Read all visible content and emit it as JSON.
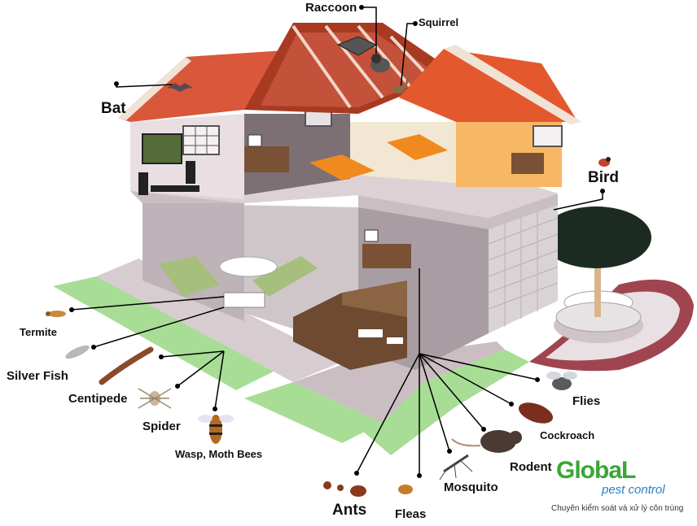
{
  "labels": {
    "raccoon": "Raccoon",
    "squirrel": "Squirrel",
    "bat": "Bat",
    "bird": "Bird",
    "termite": "Termite",
    "silver_fish": "Silver Fish",
    "centipede": "Centipede",
    "spider": "Spider",
    "wasp": "Wasp, Moth Bees",
    "ants": "Ants",
    "fleas": "Fleas",
    "mosquito": "Mosquito",
    "rodent": "Rodent",
    "cockroach": "Cockroach",
    "flies": "Flies"
  },
  "logo": {
    "word": "GlobaL",
    "sub": "pest control",
    "tagline": "Chuyên kiểm soát và xử lý côn trùng"
  },
  "colors": {
    "roof": "#d9573a",
    "roof_dark": "#a83a22",
    "wall_left": "#e9dfe3",
    "wall_right": "#f7b764",
    "floor": "#d8ccd0",
    "lawn": "#a8dd96",
    "path": "#c9bcc1",
    "brick": "#a0454f",
    "tree": "#1c2b22",
    "bed": "#f08a1e",
    "desk": "#7a5135",
    "logo_green": "#3aa635",
    "logo_blue": "#2d7fc1"
  },
  "icons": [
    "raccoon-icon",
    "squirrel-icon",
    "bat-icon",
    "bird-icon",
    "termite-icon",
    "silverfish-icon",
    "centipede-icon",
    "spider-icon",
    "wasp-icon",
    "ant-icon",
    "flea-icon",
    "mosquito-icon",
    "rodent-icon",
    "cockroach-icon",
    "fly-icon"
  ]
}
